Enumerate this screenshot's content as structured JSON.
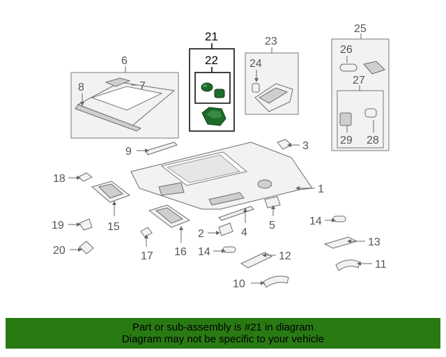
{
  "callouts": {
    "c1": "1",
    "c2": "2",
    "c3": "3",
    "c4": "4",
    "c5": "5",
    "c6": "6",
    "c7": "7",
    "c8": "8",
    "c9": "9",
    "c10": "10",
    "c11": "11",
    "c12": "12",
    "c13": "13",
    "c14a": "14",
    "c14b": "14",
    "c15": "15",
    "c16": "16",
    "c17": "17",
    "c18": "18",
    "c19": "19",
    "c20": "20",
    "c21": "21",
    "c22": "22",
    "c23": "23",
    "c24": "24",
    "c25": "25",
    "c26": "26",
    "c27": "27",
    "c28": "28",
    "c29": "29"
  },
  "highlight": {
    "part_number": "21",
    "color": "#1e6b2a"
  },
  "banner": {
    "line1": "Part or sub-assembly is #21 in diagram",
    "line2": "Diagram may not be specific to your vehicle",
    "color": "#2a7a14"
  }
}
